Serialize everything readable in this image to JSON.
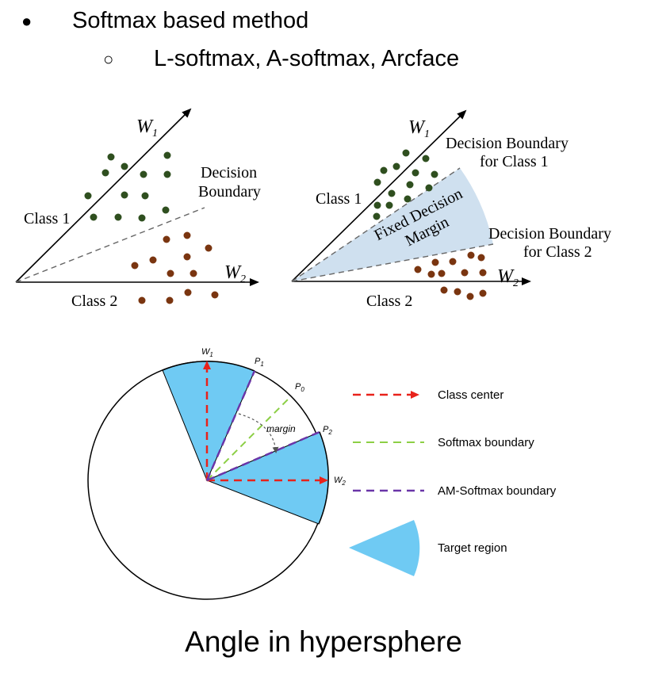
{
  "bullets": {
    "level1": "Softmax based method",
    "level2": "L-softmax, A-softmax, Arcface",
    "level1_marker": "●",
    "level2_marker": "○"
  },
  "diagram_left": {
    "w1": "W",
    "w1_sub": "1",
    "w2": "W",
    "w2_sub": "2",
    "class1": "Class 1",
    "class2": "Class 2",
    "decision_line1": "Decision",
    "decision_line2": "Boundary"
  },
  "diagram_right": {
    "w1": "W",
    "w1_sub": "1",
    "w2": "W",
    "w2_sub": "2",
    "class1": "Class 1",
    "class2": "Class 2",
    "boundary1_line1": "Decision Boundary",
    "boundary1_line2": "for Class 1",
    "boundary2_line1": "Decision Boundary",
    "boundary2_line2": "for Class 2",
    "margin_line1": "Fixed Decision",
    "margin_line2": "Margin"
  },
  "hypersphere": {
    "w1": "W",
    "w1_sub": "1",
    "w2": "W",
    "w2_sub": "2",
    "p1": "P",
    "p1_sub": "1",
    "p0": "P",
    "p0_sub": "0",
    "p2": "P",
    "p2_sub": "2",
    "margin": "margin"
  },
  "legend": {
    "class_center": "Class center",
    "softmax_boundary": "Softmax boundary",
    "am_softmax_boundary": "AM-Softmax boundary",
    "target_region": "Target region"
  },
  "colors": {
    "class1_dot": "#2f4f1f",
    "class2_dot": "#7a3510",
    "margin_fill": "#cfe0ef",
    "target_fill": "#6fcaf3",
    "red_dash": "#e8221b",
    "green_dash": "#8ccf45",
    "purple_dash": "#6a35a8"
  },
  "caption": "Angle in hypersphere"
}
